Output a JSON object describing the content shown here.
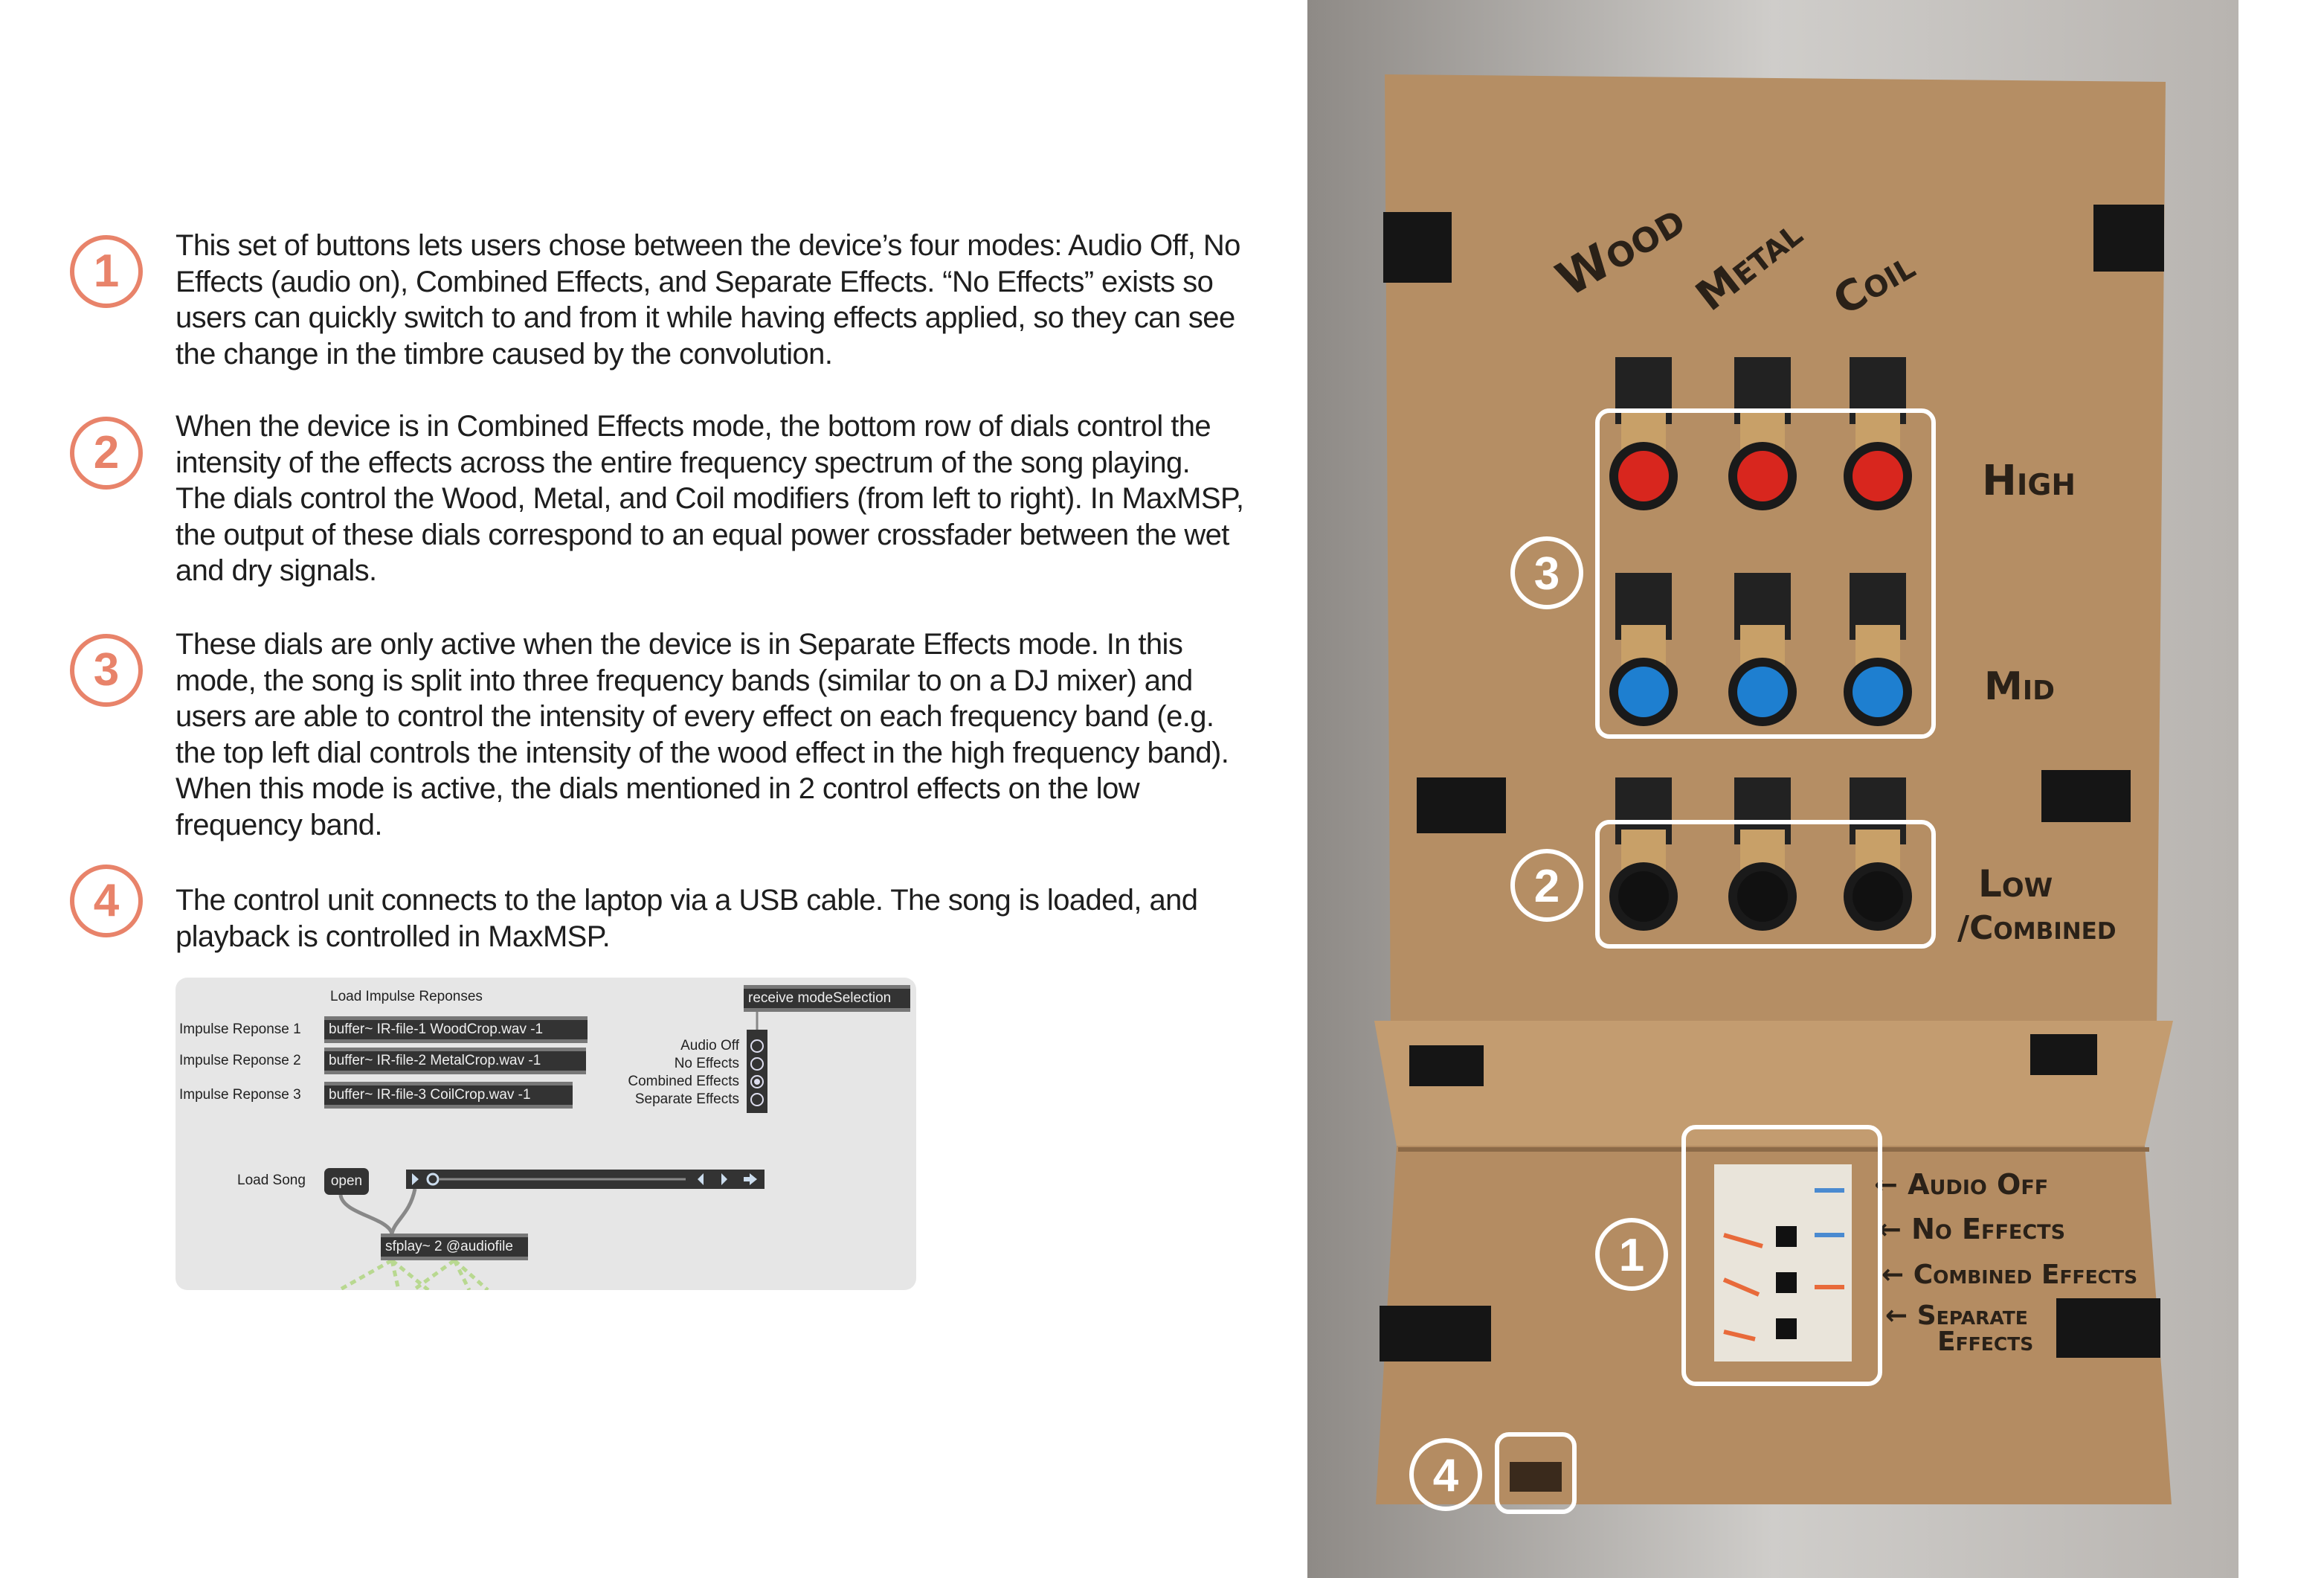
{
  "accent_color": "#e8836a",
  "sections": [
    {
      "number": "1",
      "text": "This set of buttons lets users chose between the device’s four modes: Audio Off, No Effects (audio on), Combined Effects, and Separate Effects. “No Effects” exists so users can quickly switch to and from it while having effects applied, so they can see the change in the timbre caused by the convolution."
    },
    {
      "number": "2",
      "text": "When the device is in Combined Effects mode, the bottom row of dials control the intensity of the effects across the entire frequency spectrum of the song playing. The dials control the Wood, Metal, and Coil modifiers (from left to right). In MaxMSP, the output of these dials correspond to an equal power crossfader between the wet and dry signals."
    },
    {
      "number": "3",
      "text": "These dials are only active when the device is in Separate Effects mode. In this mode, the song is split into three frequency bands (similar to on a DJ mixer) and users are able to control the intensity of every effect on each frequency band (e.g. the top left dial controls the intensity of the wood effect in the high frequency band). When this mode is active, the dials mentioned in 2 control effects on the low frequency band."
    },
    {
      "number": "4",
      "text": "The control unit connects to the laptop via a USB cable. The song is loaded, and playback is controlled in MaxMSP."
    }
  ],
  "patch": {
    "title": "Load Impulse Reponses",
    "impulse_labels": [
      "Impulse Reponse 1",
      "Impulse Reponse 2",
      "Impulse Reponse 3"
    ],
    "buffers": [
      "buffer~ IR-file-1 WoodCrop.wav -1",
      "buffer~ IR-file-2 MetalCrop.wav -1",
      "buffer~ IR-file-3 CoilCrop.wav -1"
    ],
    "receive": "receive modeSelection",
    "modes": [
      "Audio Off",
      "No Effects",
      "Combined Effects",
      "Separate Effects"
    ],
    "selected_mode": "Combined Effects",
    "load_song_label": "Load Song",
    "open_label": "open",
    "sfplay": "sfplay~ 2 @audiofile"
  },
  "photo": {
    "columns": [
      "Wood",
      "Metal",
      "Coil"
    ],
    "rows": [
      "High",
      "Mid",
      "Low",
      "/Combined"
    ],
    "switches": [
      "← Audio Off",
      "← No Effects",
      "← Combined Effects",
      "← Separate",
      "Effects"
    ],
    "callouts": [
      "1",
      "2",
      "3",
      "4"
    ],
    "knob_colors": {
      "high": "#d8261e",
      "mid": "#1e7fd0",
      "low": "#111111"
    }
  }
}
